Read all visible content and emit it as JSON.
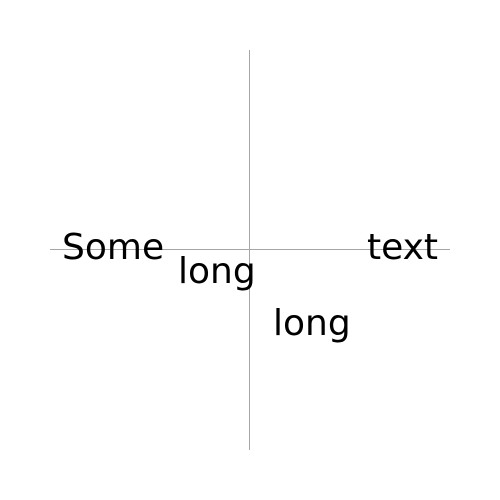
{
  "words": {
    "some": "Some",
    "long_1": "long",
    "long_2": "long",
    "text": "text"
  },
  "colors": {
    "background": "#ffffff",
    "axis": "#a6a6a6",
    "text": "#000000"
  }
}
